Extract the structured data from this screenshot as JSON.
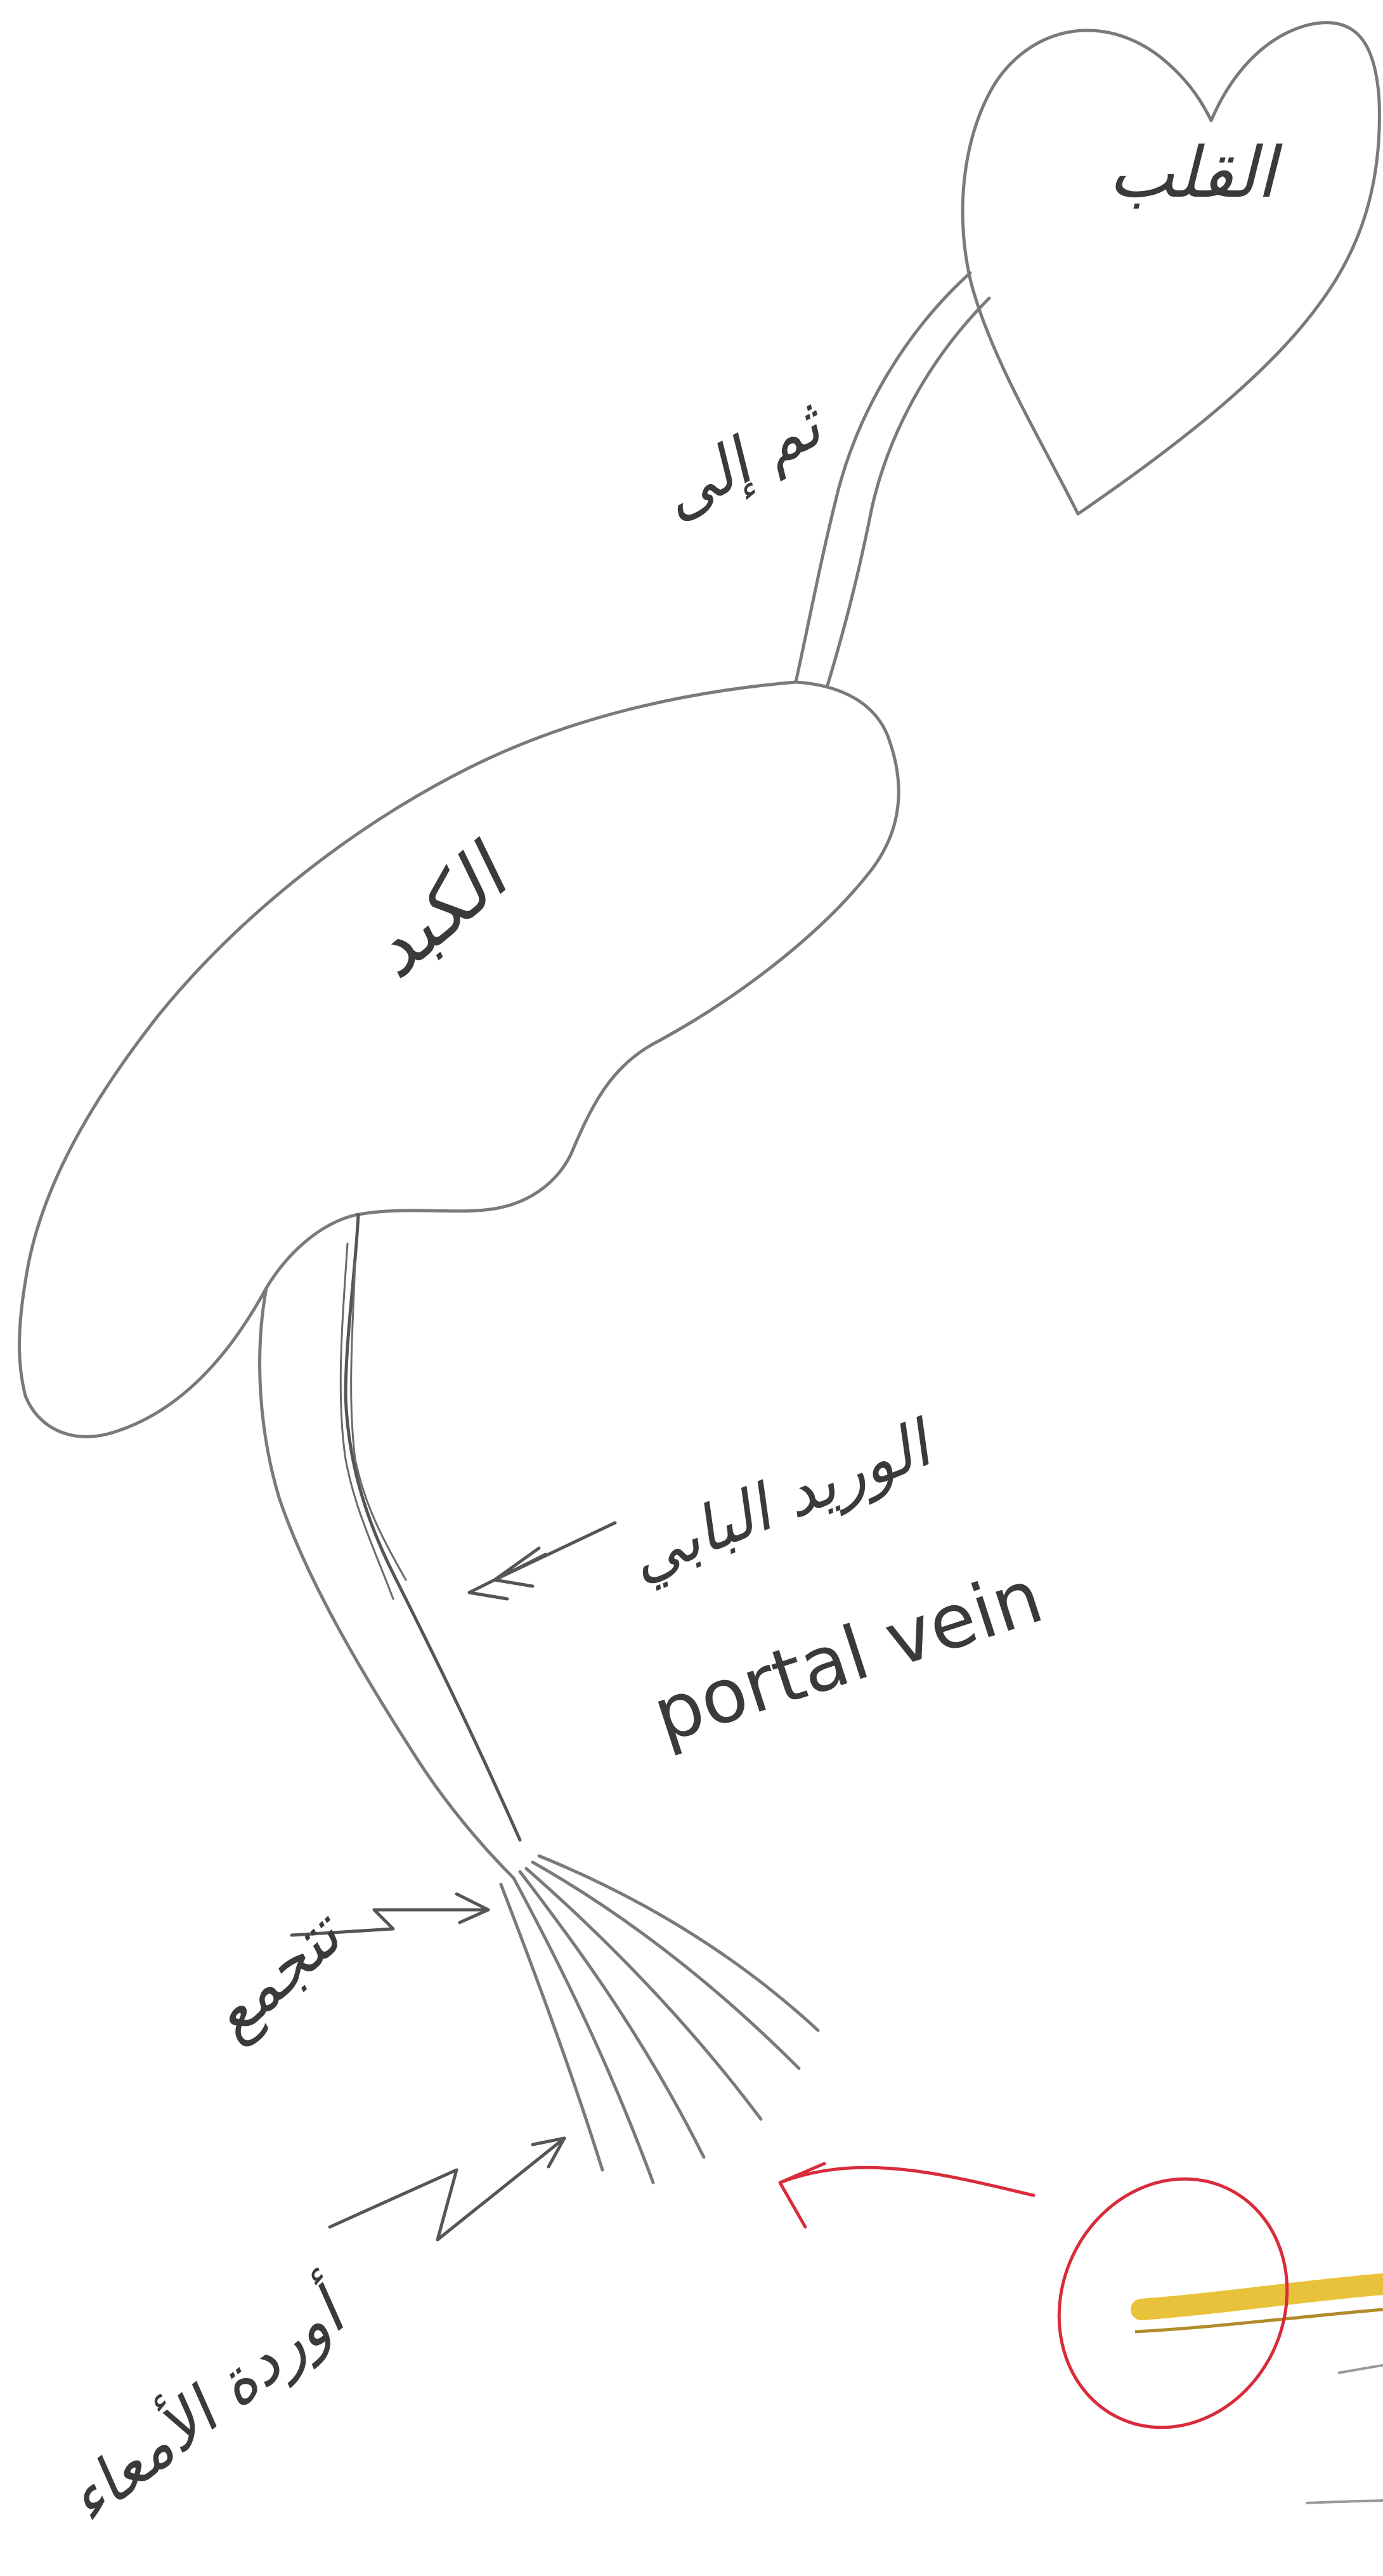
{
  "labels": {
    "heart": "القلب",
    "then_to": "ثم إلى",
    "liver": "الكبد",
    "portal_vein_ar": "الوريد البابي",
    "portal_vein_en": "portal vein",
    "gathers": "تتجمع",
    "intestine_veins": "أوردة الأمعاء"
  },
  "colors": {
    "pencil": "#7a7a7a",
    "red_pen": "#d92b3a",
    "yellow_marker": "#e8c23a"
  }
}
